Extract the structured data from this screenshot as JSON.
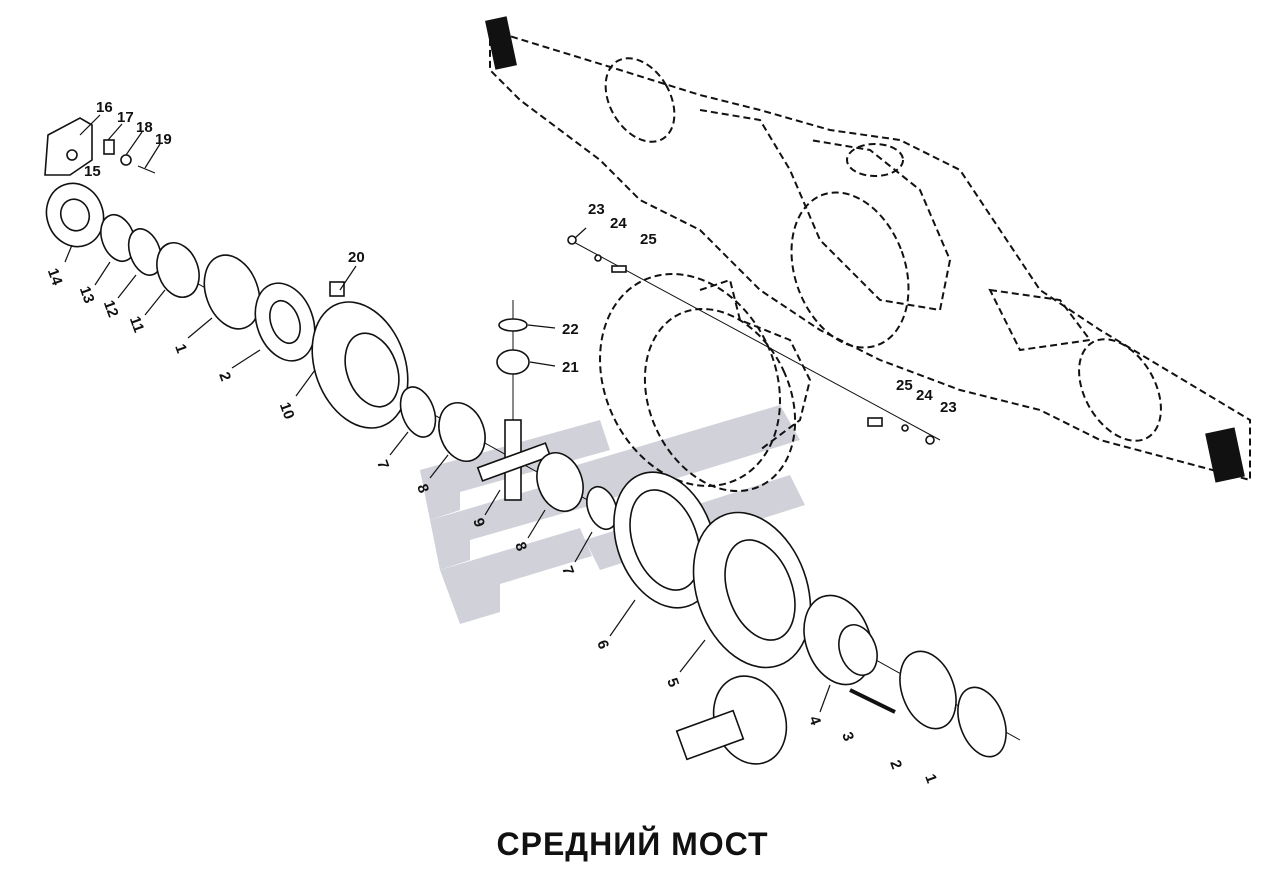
{
  "title": "СРЕДНИЙ МОСТ",
  "callouts": [
    "1",
    "2",
    "3",
    "4",
    "5",
    "6",
    "7",
    "8",
    "9",
    "10",
    "11",
    "12",
    "13",
    "14",
    "15",
    "16",
    "17",
    "18",
    "19",
    "20",
    "21",
    "22",
    "23",
    "24",
    "25"
  ],
  "colors": {
    "ink": "#111111",
    "watermark": "#c9c9d4",
    "background": "#ffffff"
  }
}
